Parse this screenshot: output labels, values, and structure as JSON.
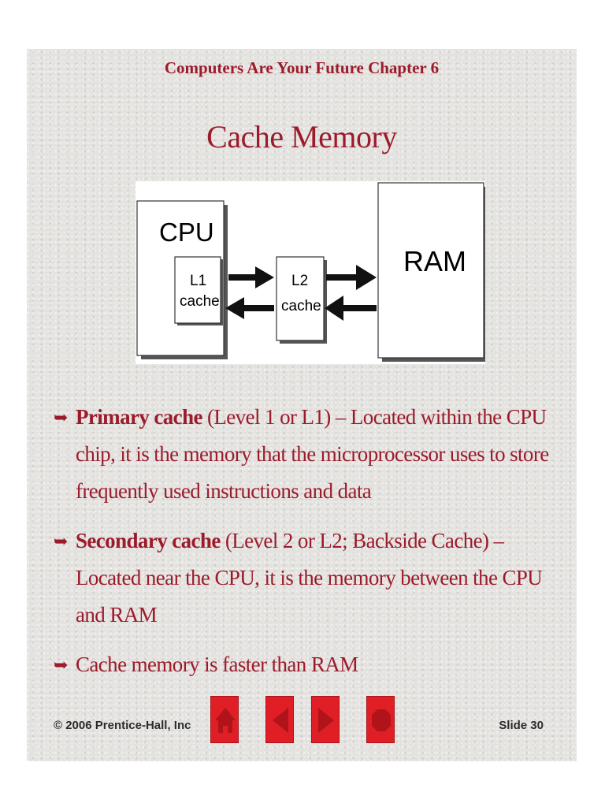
{
  "header": {
    "chapter": "Computers Are Your Future  Chapter 6",
    "title": "Cache Memory"
  },
  "diagram": {
    "cpu_label": "CPU",
    "l1_line1": "L1",
    "l1_line2": "cache",
    "l2_line1": "L2",
    "l2_line2": "cache",
    "ram_label": "RAM"
  },
  "bullets": [
    {
      "bold": "Primary cache",
      "text": " (Level 1 or L1) – Located within the CPU chip, it is the memory that the microprocessor uses to store frequently used instructions and data"
    },
    {
      "bold": "Secondary cache",
      "text": " (Level 2 or L2; Backside Cache) – Located near the CPU, it is the memory between the CPU and RAM"
    },
    {
      "bold": "",
      "text": "Cache memory is faster than RAM"
    }
  ],
  "footer": {
    "copyright": "© 2006 Prentice-Hall, Inc",
    "slide_number": "Slide 30"
  },
  "navigation": {
    "buttons": [
      "home-icon",
      "previous-icon",
      "next-icon",
      "stop-icon"
    ],
    "button_color": "#e01e26"
  },
  "colors": {
    "text_accent": "#9c1b2b",
    "background": "#e3e2df"
  }
}
